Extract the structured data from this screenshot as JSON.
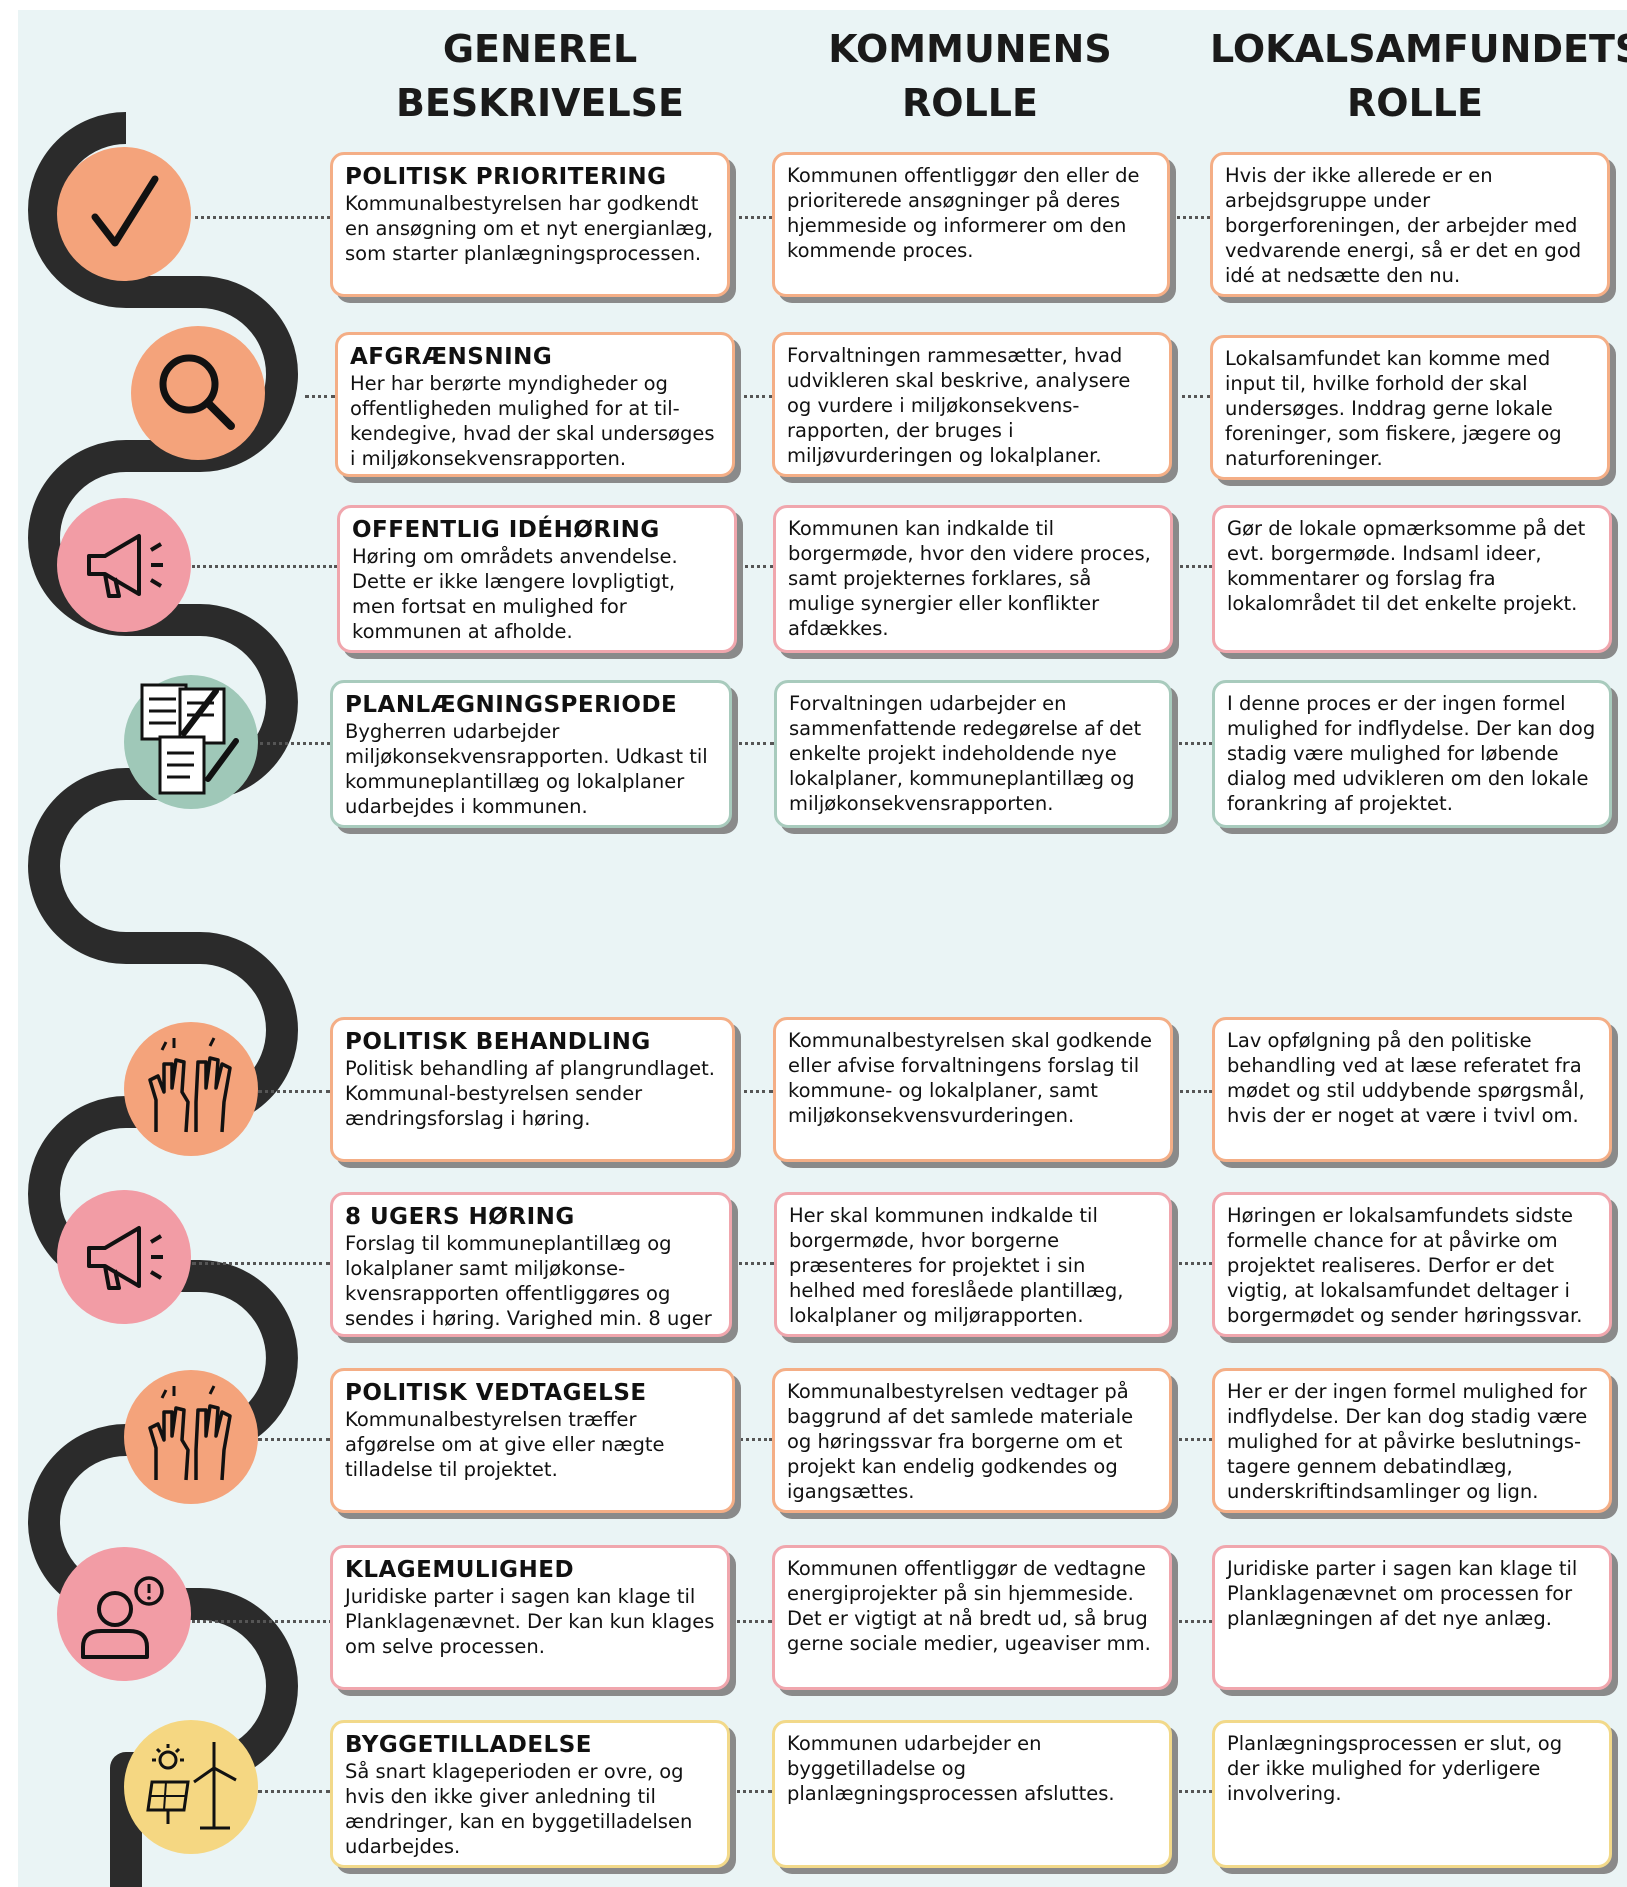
{
  "columns": {
    "general": [
      "GENEREL",
      "BESKRIVELSE"
    ],
    "municipality": [
      "KOMMUNENS",
      "ROLLE"
    ],
    "community": [
      "LOKALSAMFUNDETS",
      "ROLLE"
    ]
  },
  "colors": {
    "background": "#eaf4f5",
    "orange": "#f4a37b",
    "pink": "#f29ca5",
    "green": "#9fc8b8",
    "yellow": "#f5d782",
    "road": "#2b2b2b"
  },
  "steps": [
    {
      "icon": "checkmark-icon",
      "title": "POLITISK PRIORITERING",
      "general": "Kommunalbestyrelsen har godkendt en ansøgning om et nyt energianlæg, som starter planlægningsprocessen.",
      "municipality": "Kommunen offentliggør den eller de prioriterede ansøgninger på deres hjemmeside og informerer om den kommende proces.",
      "community": "Hvis der ikke allerede er en arbejdsgruppe under borgerforeningen, der arbejder med vedvarende energi, så er det en god idé at nedsætte den nu."
    },
    {
      "icon": "magnifier-icon",
      "title": "AFGRÆNSNING",
      "general": "Her har berørte myndigheder og offentligheden mulighed for at til-kendegive, hvad der skal undersøges i miljøkonsekvensrapporten.",
      "municipality": "Forvaltningen rammesætter, hvad udvikleren skal beskrive, analysere og vurdere i miljøkonsekvens-rapporten, der bruges i miljøvurderingen og lokalplaner.",
      "community": "Lokalsamfundet kan komme med input til, hvilke forhold der skal undersøges. Inddrag gerne lokale foreninger, som fiskere, jægere og naturforeninger."
    },
    {
      "icon": "megaphone-icon",
      "title": "OFFENTLIG IDÉHØRING",
      "general": "Høring om områdets anvendelse. Dette er ikke længere lovpligtigt, men fortsat en mulighed for kommunen at afholde.",
      "municipality": "Kommunen kan indkalde til borgermøde, hvor den videre proces, samt projekternes forklares, så mulige synergier eller konflikter afdækkes.",
      "community": "Gør de lokale opmærksomme på det evt. borgermøde. Indsaml ideer, kommentarer og forslag  fra lokalområdet til det enkelte projekt."
    },
    {
      "icon": "documents-icon",
      "title": "PLANLÆGNINGSPERIODE",
      "general": "Bygherren udarbejder miljøkonsekvensrapporten. Udkast til kommuneplantillæg og lokalplaner udarbejdes i kommunen.",
      "municipality": "Forvaltningen udarbejder en sammenfattende redegørelse af det enkelte projekt indeholdende nye lokalplaner, kommuneplantillæg og miljøkonsekvensrapporten.",
      "community": "I denne proces er der ingen formel mulighed for indflydelse. Der kan dog stadig være mulighed for løbende dialog med udvikleren om den lokale forankring af projektet."
    },
    {
      "icon": "raised-hands-icon",
      "title": "POLITISK BEHANDLING",
      "general": "Politisk behandling af plangrundlaget. Kommunal-bestyrelsen sender ændringsforslag i høring.",
      "municipality": "Kommunalbestyrelsen skal godkende eller afvise forvaltningens forslag til kommune- og lokalplaner, samt miljøkonsekvensvurderingen.",
      "community": "Lav opfølgning på den politiske behandling ved at læse referatet fra mødet og stil uddybende spørgsmål, hvis der er noget at være i tvivl om."
    },
    {
      "icon": "megaphone-icon",
      "title": "8 UGERS HØRING",
      "general": "Forslag til kommuneplantillæg og lokalplaner samt miljøkonse-kvensrapporten offentliggøres og sendes i høring. Varighed min. 8 uger",
      "municipality": "Her skal kommunen indkalde til borgermøde, hvor borgerne præsenteres for projektet i sin helhed med foreslåede plantillæg, lokalplaner og miljørapporten.",
      "community": "Høringen er lokalsamfundets sidste formelle chance for at påvirke om projektet realiseres. Derfor er det vigtig, at lokalsamfundet deltager i borgermødet og sender høringssvar."
    },
    {
      "icon": "raised-hands-icon",
      "title": "POLITISK VEDTAGELSE",
      "general": "Kommunalbestyrelsen træffer afgørelse om at give eller nægte tilladelse til projektet.",
      "municipality": "Kommunalbestyrelsen vedtager på baggrund af det samlede materiale og høringssvar fra borgerne om et projekt kan endelig godkendes og igangsættes.",
      "community": "Her er der ingen formel mulighed for indflydelse. Der kan dog stadig være mulighed for at påvirke beslutnings-tagere gennem debatindlæg, underskriftindsamlinger og lign."
    },
    {
      "icon": "person-speech-icon",
      "title": "KLAGEMULIGHED",
      "general": "Juridiske parter i sagen kan klage til Planklagenævnet. Der kan kun klages om selve processen.",
      "municipality": "Kommunen offentliggør de vedtagne energiprojekter på sin hjemmeside. Det er vigtigt at nå bredt ud, så brug gerne sociale medier, ugeaviser mm.",
      "community": "Juridiske parter i sagen kan klage til Planklagenævnet om processen for planlægningen af det nye anlæg."
    },
    {
      "icon": "sun-solar-wind-icon",
      "title": "BYGGETILLADELSE",
      "general": "Så snart klageperioden er ovre, og hvis den ikke giver anledning til ændringer, kan en byggetilladelsen udarbejdes.",
      "municipality": "Kommunen udarbejder en byggetilladelse og planlægningsprocessen afsluttes.",
      "community": "Planlægningsprocessen er slut, og der ikke mulighed for yderligere involvering."
    }
  ]
}
